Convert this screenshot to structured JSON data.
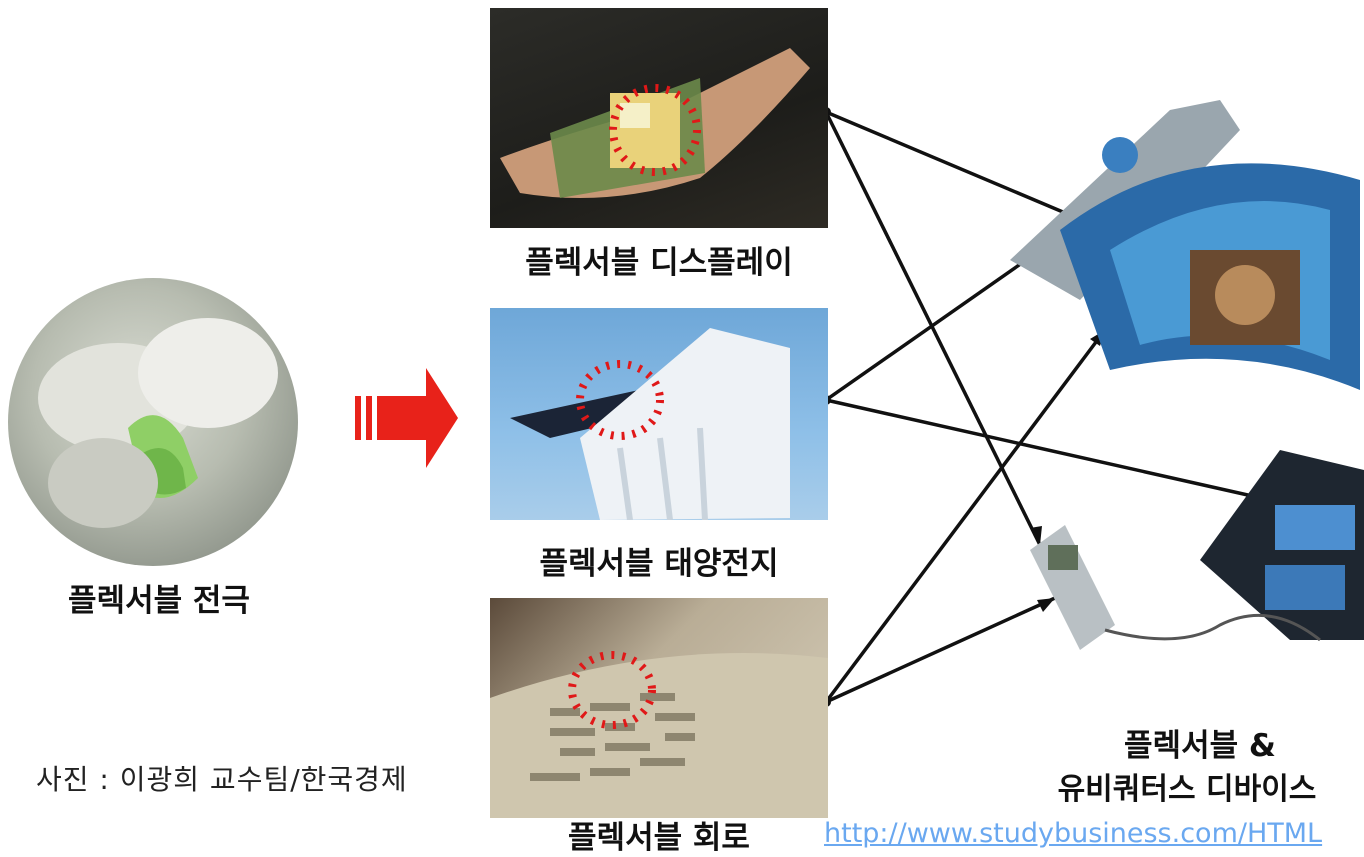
{
  "labels": {
    "electrode": "플렉서블 전극",
    "display": "플렉서블 디스플레이",
    "solar": "플렉서블 태양전지",
    "circuit": "플렉서블 회로",
    "device_line1": "플렉서블 &",
    "device_line2": "유비쿼터스 디바이스"
  },
  "credit": "사진 : 이광희 교수팀/한국경제",
  "source_link": "http://www.studybusiness.com/HTML",
  "colors": {
    "arrow_red": "#e8221a",
    "highlight_dots": "#e01818",
    "connector_lines": "#111111",
    "link": "#6aa8f0"
  }
}
